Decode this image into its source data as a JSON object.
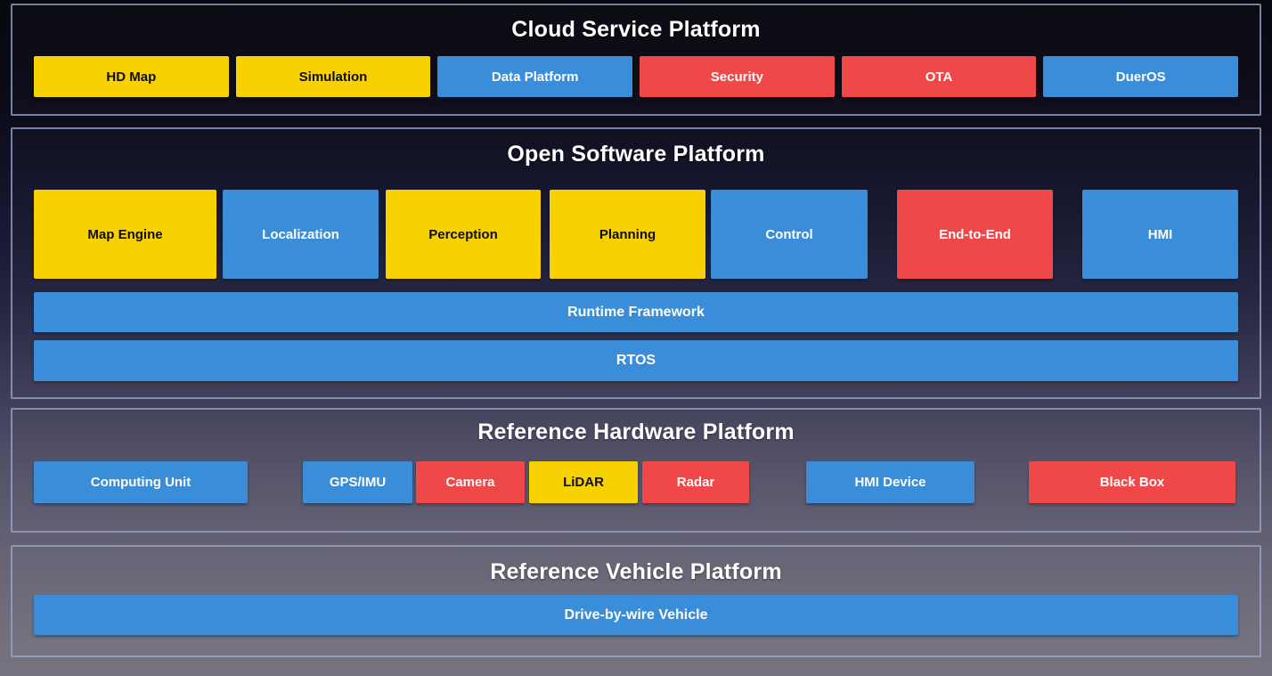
{
  "palette": {
    "yellow": "#f7d200",
    "blue": "#3a8dd9",
    "red": "#f04749",
    "section_border": "#98a8cd",
    "title_text": "#ffffff",
    "yellow_box_text": "#0d0d0d",
    "colored_box_text": "#ffffff"
  },
  "sections": [
    {
      "id": "cloud-service-platform",
      "title": "Cloud Service Platform",
      "boxes": [
        {
          "label": "HD Map",
          "color": "yellow"
        },
        {
          "label": "Simulation",
          "color": "yellow"
        },
        {
          "label": "Data Platform",
          "color": "blue"
        },
        {
          "label": "Security",
          "color": "red"
        },
        {
          "label": "OTA",
          "color": "red"
        },
        {
          "label": "DuerOS",
          "color": "blue"
        }
      ]
    },
    {
      "id": "open-software-platform",
      "title": "Open Software Platform",
      "modules": [
        {
          "label": "Map Engine",
          "color": "yellow"
        },
        {
          "label": "Localization",
          "color": "blue"
        },
        {
          "label": "Perception",
          "color": "yellow"
        },
        {
          "label": "Planning",
          "color": "yellow"
        },
        {
          "label": "Control",
          "color": "blue"
        },
        {
          "label": "End-to-End",
          "color": "red"
        },
        {
          "label": "HMI",
          "color": "blue"
        }
      ],
      "bars": [
        {
          "label": "Runtime Framework",
          "color": "blue"
        },
        {
          "label": "RTOS",
          "color": "blue"
        }
      ]
    },
    {
      "id": "reference-hardware-platform",
      "title": "Reference Hardware Platform",
      "boxes": [
        {
          "label": "Computing Unit",
          "color": "blue"
        },
        {
          "label": "GPS/IMU",
          "color": "blue"
        },
        {
          "label": "Camera",
          "color": "red"
        },
        {
          "label": "LiDAR",
          "color": "yellow"
        },
        {
          "label": "Radar",
          "color": "red"
        },
        {
          "label": "HMI Device",
          "color": "blue"
        },
        {
          "label": "Black Box",
          "color": "red"
        }
      ]
    },
    {
      "id": "reference-vehicle-platform",
      "title": "Reference Vehicle Platform",
      "bar": {
        "label": "Drive-by-wire Vehicle",
        "color": "blue"
      }
    }
  ]
}
